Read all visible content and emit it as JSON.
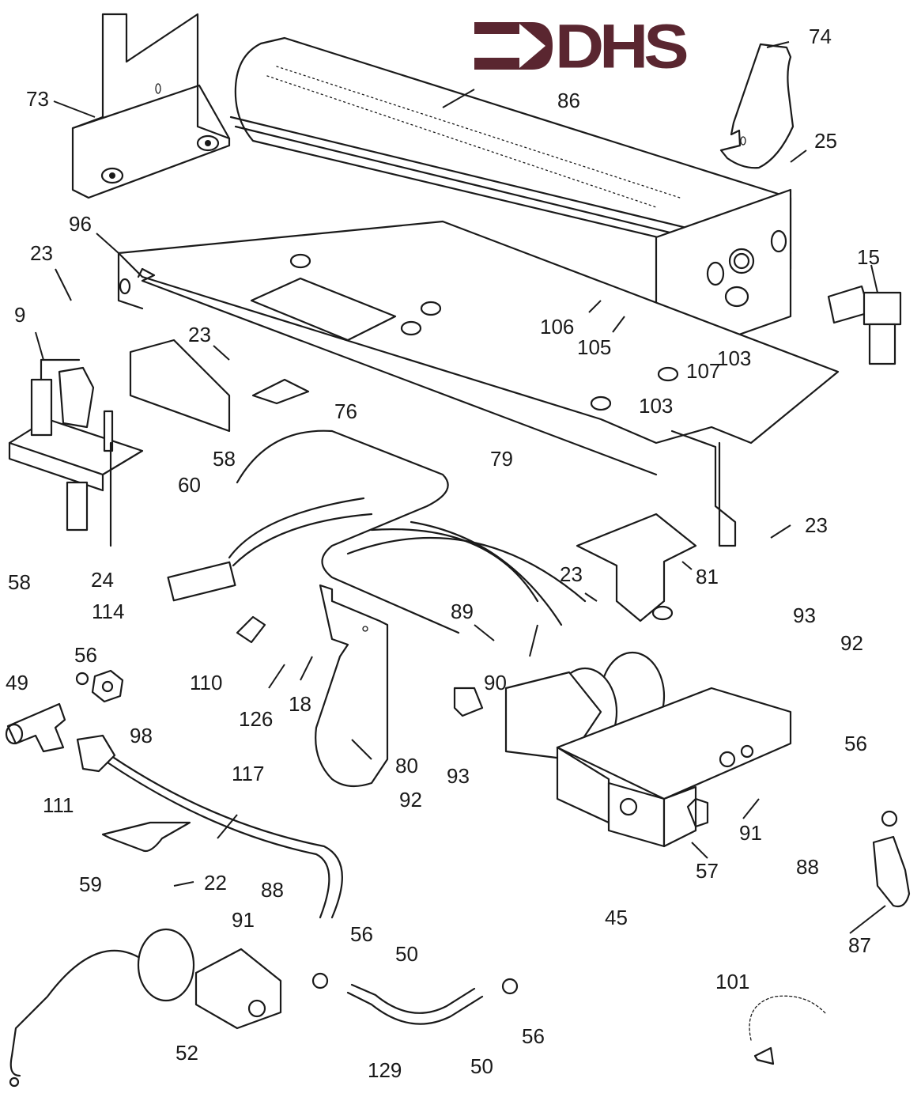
{
  "diagram": {
    "type": "exploded-parts-diagram",
    "subject": "gas burner / valve assembly",
    "brand_logo": {
      "text": "DHS",
      "color": "#5a2630"
    },
    "part_labels": [
      {
        "id": "73",
        "text": "73"
      },
      {
        "id": "86",
        "text": "86"
      },
      {
        "id": "74",
        "text": "74"
      },
      {
        "id": "25",
        "text": "25"
      },
      {
        "id": "96",
        "text": "96"
      },
      {
        "id": "23a",
        "text": "23"
      },
      {
        "id": "15",
        "text": "15"
      },
      {
        "id": "9",
        "text": "9"
      },
      {
        "id": "23b",
        "text": "23"
      },
      {
        "id": "106",
        "text": "106"
      },
      {
        "id": "105",
        "text": "105"
      },
      {
        "id": "107",
        "text": "107"
      },
      {
        "id": "103a",
        "text": "103"
      },
      {
        "id": "103b",
        "text": "103"
      },
      {
        "id": "76",
        "text": "76"
      },
      {
        "id": "58a",
        "text": "58"
      },
      {
        "id": "79",
        "text": "79"
      },
      {
        "id": "60",
        "text": "60"
      },
      {
        "id": "23c",
        "text": "23"
      },
      {
        "id": "58b",
        "text": "58"
      },
      {
        "id": "24",
        "text": "24"
      },
      {
        "id": "81",
        "text": "81"
      },
      {
        "id": "23d",
        "text": "23"
      },
      {
        "id": "114",
        "text": "114"
      },
      {
        "id": "89",
        "text": "89"
      },
      {
        "id": "93a",
        "text": "93"
      },
      {
        "id": "92a",
        "text": "92"
      },
      {
        "id": "56a",
        "text": "56"
      },
      {
        "id": "49",
        "text": "49"
      },
      {
        "id": "110",
        "text": "110"
      },
      {
        "id": "90",
        "text": "90"
      },
      {
        "id": "126",
        "text": "126"
      },
      {
        "id": "18",
        "text": "18"
      },
      {
        "id": "98",
        "text": "98"
      },
      {
        "id": "111",
        "text": "111"
      },
      {
        "id": "80",
        "text": "80"
      },
      {
        "id": "117",
        "text": "117"
      },
      {
        "id": "56b",
        "text": "56"
      },
      {
        "id": "92b",
        "text": "92"
      },
      {
        "id": "93b",
        "text": "93"
      },
      {
        "id": "91a",
        "text": "91"
      },
      {
        "id": "59",
        "text": "59"
      },
      {
        "id": "22",
        "text": "22"
      },
      {
        "id": "57",
        "text": "57"
      },
      {
        "id": "88a",
        "text": "88"
      },
      {
        "id": "88b",
        "text": "88"
      },
      {
        "id": "91b",
        "text": "91"
      },
      {
        "id": "45",
        "text": "45"
      },
      {
        "id": "56c",
        "text": "56"
      },
      {
        "id": "50a",
        "text": "50"
      },
      {
        "id": "87",
        "text": "87"
      },
      {
        "id": "101",
        "text": "101"
      },
      {
        "id": "56d",
        "text": "56"
      },
      {
        "id": "52",
        "text": "52"
      },
      {
        "id": "129",
        "text": "129"
      },
      {
        "id": "50b",
        "text": "50"
      }
    ]
  }
}
